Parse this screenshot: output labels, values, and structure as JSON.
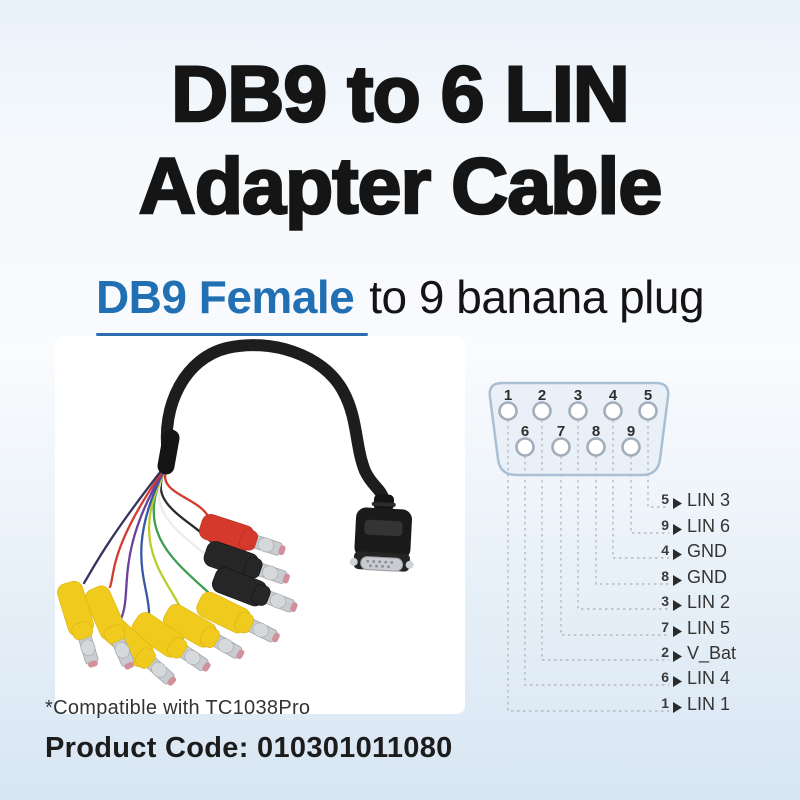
{
  "header": {
    "title_line1": "DB9 to 6 LIN",
    "title_line2": "Adapter Cable",
    "subtitle_highlight": "DB9 Female",
    "subtitle_rest": "to 9 banana plug"
  },
  "pinout": {
    "top_row_pins": [
      "1",
      "2",
      "3",
      "4",
      "5"
    ],
    "bottom_row_pins": [
      "6",
      "7",
      "8",
      "9"
    ],
    "mappings": [
      {
        "pin": "5",
        "signal": "LIN 3"
      },
      {
        "pin": "9",
        "signal": "LIN 6"
      },
      {
        "pin": "4",
        "signal": "GND"
      },
      {
        "pin": "8",
        "signal": "GND"
      },
      {
        "pin": "3",
        "signal": "LIN 2"
      },
      {
        "pin": "7",
        "signal": "LIN 5"
      },
      {
        "pin": "2",
        "signal": "V_Bat"
      },
      {
        "pin": "6",
        "signal": "LIN 4"
      },
      {
        "pin": "1",
        "signal": "LIN 1"
      }
    ]
  },
  "footer": {
    "compatibility": "*Compatible with TC1038Pro",
    "product_code": "Product Code: 010301011080"
  },
  "colors": {
    "accent_blue": "#2270b4",
    "title_black": "#151515",
    "connector_fill": "#e9f0f8",
    "connector_stroke": "#a9bfd3",
    "dashed_line": "#b6babd"
  }
}
